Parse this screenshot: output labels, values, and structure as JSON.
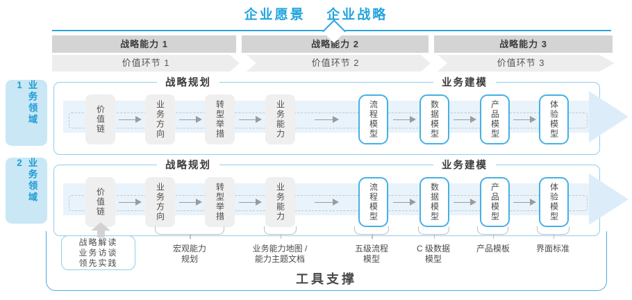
{
  "title": {
    "vision": "企业愿景",
    "strategy": "企业战略"
  },
  "capability_bars": [
    {
      "label": "战略能力 1"
    },
    {
      "label": "战略能力 2"
    },
    {
      "label": "战略能力 3"
    }
  ],
  "value_links": [
    {
      "label": "价值环节 1"
    },
    {
      "label": "价值环节 2"
    },
    {
      "label": "价值环节 3"
    }
  ],
  "domains": [
    {
      "label": "业务领域 1"
    },
    {
      "label": "业务领域 2"
    }
  ],
  "rows": [
    {
      "planning_header": "战略规划",
      "modeling_header": "业务建模",
      "boxes": [
        "价值链",
        "业务方向",
        "转型举措",
        "业务能力",
        "流程模型",
        "数据模型",
        "产品模型",
        "体验模型"
      ]
    },
    {
      "planning_header": "战略规划",
      "modeling_header": "业务建模",
      "boxes": [
        "价值链",
        "业务方向",
        "转型举措",
        "业务能力",
        "流程模型",
        "数据模型",
        "产品模型",
        "体验模型"
      ]
    }
  ],
  "annotations": {
    "sources": [
      "战略解读",
      "业务访谈",
      "领先实践"
    ],
    "notes": [
      "宏观能力\n规划",
      "业务能力地图 /\n能力主题文档",
      "五级流程\n模型",
      "C 级数据\n模型",
      "产品模板",
      "界面标准"
    ]
  },
  "tool_support": "工具支撑",
  "colors": {
    "accent_blue": "#21a4de",
    "line_blue": "#2aa5de",
    "container_border": "#8fcdeb",
    "tool_border": "#4aabdc",
    "band_fill": "#e8f3fb",
    "band_arrow": "#dcedf9",
    "bar_gray": "#d4d4d4",
    "chevron_gray": "#ededed",
    "box_gray": "#efefef",
    "box_blue_border": "#45b0e5",
    "domain_bg": "#c9e7f5",
    "text_dark": "#4a4a4a"
  }
}
